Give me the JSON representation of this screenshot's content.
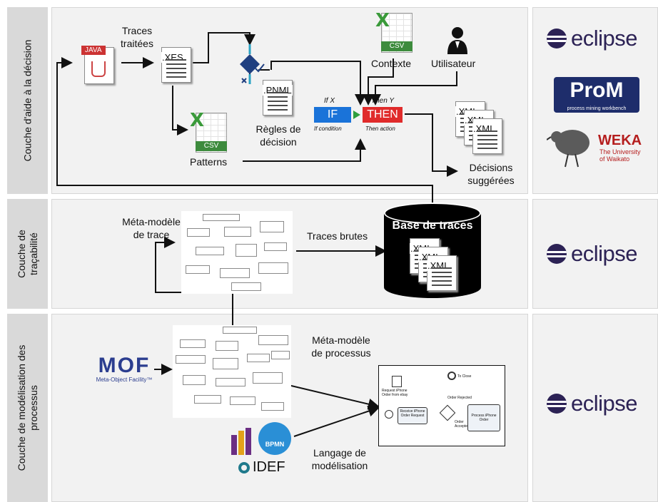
{
  "layers": [
    {
      "id": "decision",
      "label": "Couche d'aide à la décision"
    },
    {
      "id": "tracabilite",
      "label_lines": [
        "Couche de",
        "traçabilité"
      ]
    },
    {
      "id": "modelisation",
      "label_lines": [
        "Couche de modélisation des",
        "processus"
      ]
    }
  ],
  "decision": {
    "traces_traitees": [
      "Traces",
      "traitées"
    ],
    "java_tag": "JAVA",
    "xes_tag": ".XES",
    "pnml_tag": ".PNML",
    "csv_tag": "CSV",
    "x_letter": "X",
    "patterns": "Patterns",
    "contexte": "Contexte",
    "utilisateur": "Utilisateur",
    "regles": [
      "Règles de",
      "décision"
    ],
    "rule": {
      "if_x": "If X",
      "then_y": "Then Y",
      "if_box": "IF",
      "then_box": "THEN",
      "if_cond": "If condition",
      "then_action": "Then action"
    },
    "xmi_tag": ".XMI",
    "decisions": [
      "Décisions",
      "suggérées"
    ]
  },
  "tracabilite": {
    "meta_trace": [
      "Méta-modèle",
      "de trace"
    ],
    "traces_brutes": "Traces brutes",
    "base": "Base de traces",
    "xmi_tag": ".XMI"
  },
  "modelisation": {
    "meta_processus": [
      "Méta-modèle",
      "de processus"
    ],
    "mof_logo": "MOF",
    "mof_caption": "Meta-Object Facility™",
    "bpmn": "BPMN",
    "idef": "IDEF",
    "langage": [
      "Langage de",
      "modélisation"
    ],
    "bpmn_diagram": {
      "doc": "Request iPhone Order from ebay",
      "task1": "Receive iPhone Order Request",
      "rejected": "Order Rejected",
      "accepted": "Order Accepted",
      "close": "To Close",
      "task2": "Process iPhone Order"
    }
  },
  "tools": {
    "eclipse": "eclipse",
    "prom": "ProM",
    "prom_sub": "process mining workbench",
    "weka": "WEKA",
    "weka_sub": [
      "The University",
      "of Waikato"
    ]
  },
  "colors": {
    "panel": "#f2f2f2",
    "label": "#d9d9d9",
    "eclipse": "#2c2255",
    "if_box": "#1a73d9",
    "then_box": "#e02b2b",
    "csv_green": "#3d8b3d",
    "mof_navy": "#2b3d8f",
    "mof_cyan": "#28a9e0",
    "uml_purple": "#6b2e83",
    "uml_gold": "#e3a21a",
    "bpmn_blue": "#2a8fd6",
    "prom_navy": "#1e2d6b"
  }
}
